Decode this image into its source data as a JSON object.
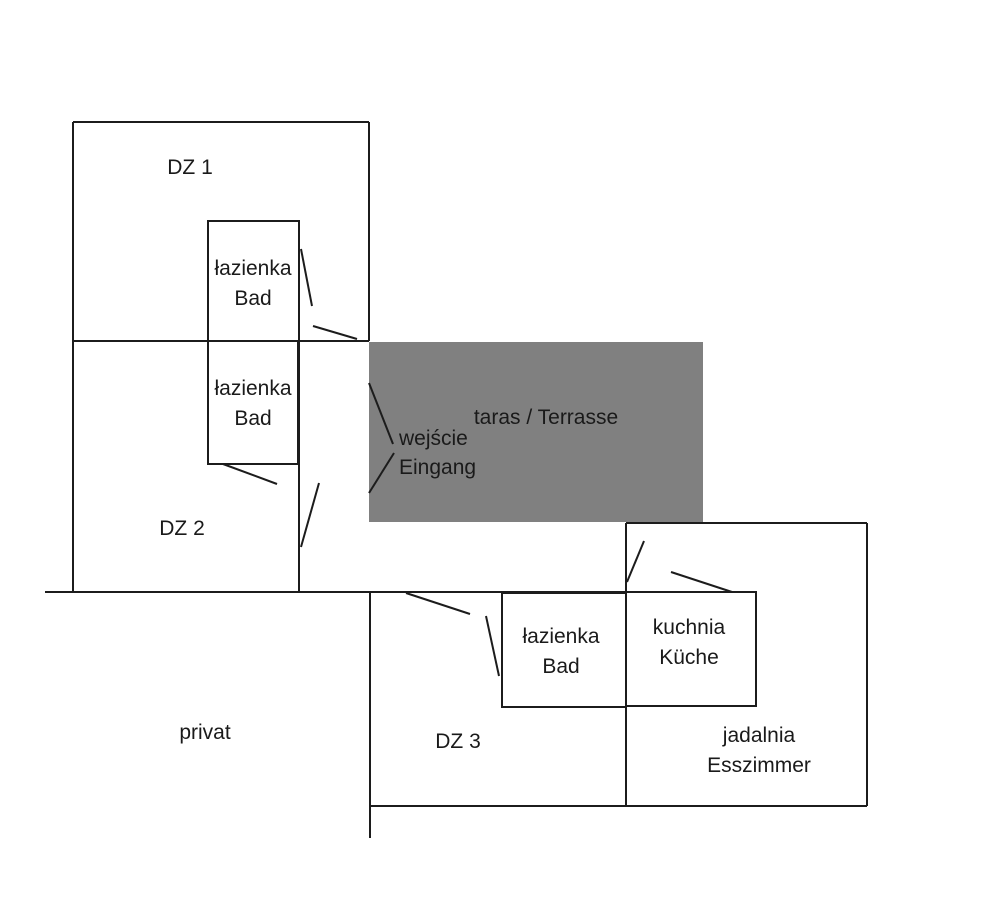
{
  "colors": {
    "wall": "#1c1c1c",
    "door_line": "#1c1c1c",
    "terrace_fill": "#808080",
    "text": "#1a1a1a",
    "background": "#ffffff"
  },
  "floor_plan": {
    "rooms": {
      "dz1": {
        "label": "DZ 1"
      },
      "dz2": {
        "label": "DZ 2"
      },
      "dz3": {
        "label": "DZ 3"
      },
      "bathroom_dz1": {
        "label_pl": "łazienka",
        "label_de": "Bad"
      },
      "bathroom_dz2": {
        "label_pl": "łazienka",
        "label_de": "Bad"
      },
      "bathroom_dz3": {
        "label_pl": "łazienka",
        "label_de": "Bad"
      },
      "kitchen": {
        "label_pl": "kuchnia",
        "label_de": "Küche"
      },
      "dining_room": {
        "label_pl": "jadalnia",
        "label_de": "Esszimmer"
      },
      "terrace": {
        "label": "taras / Terrasse"
      },
      "entrance": {
        "label_pl": "wejście",
        "label_de": "Eingang"
      },
      "private_area": {
        "label": "privat"
      }
    }
  }
}
